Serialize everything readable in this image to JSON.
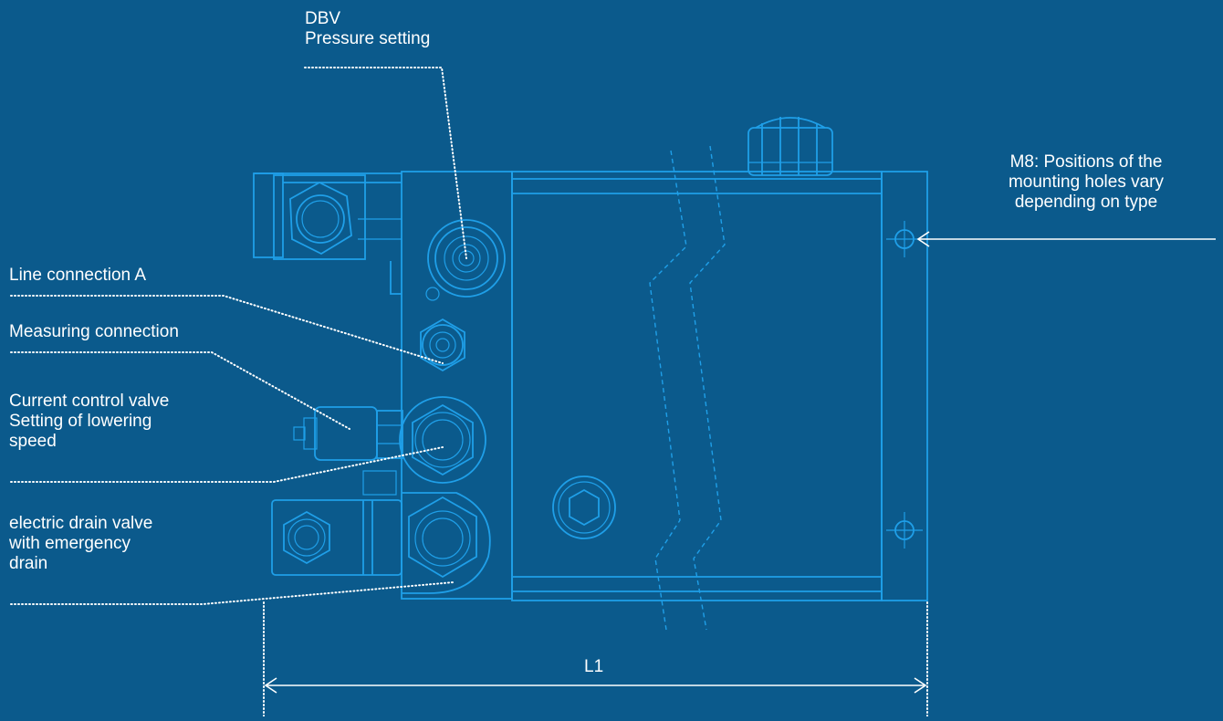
{
  "labels": {
    "dbv": "DBV\nPressure setting",
    "line_connection": "Line connection A",
    "measuring_connection": "Measuring connection",
    "current_control_valve": "Current control valve\nSetting of lowering\nspeed",
    "electric_drain_valve": "electric drain valve\nwith emergency\ndrain",
    "m8_holes": "M8: Positions of the\nmounting holes vary\ndepending on type",
    "dimension": "L1"
  },
  "icons": {
    "mounting_hole": "crosshair-circle-icon",
    "hex_plug": "hex-socket-icon"
  },
  "colors": {
    "background": "#0b5a8c",
    "drawing_line": "#1f9fe8",
    "annotation": "#ffffff"
  }
}
